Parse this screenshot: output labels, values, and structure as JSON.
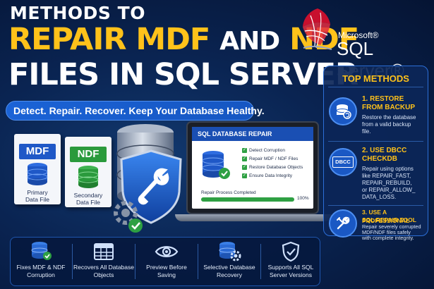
{
  "title": {
    "line1": "METHODS TO",
    "line2_highlight": "REPAIR MDF",
    "line2_connector": "AND",
    "line2_end": "NDF",
    "line3": "FILES IN SQL SERVER"
  },
  "tagline": "Detect. Repair. Recover. Keep Your Database Healthy.",
  "logo": {
    "company": "Microsoft®",
    "product": "SQL Server®"
  },
  "files": [
    {
      "tab": "MDF",
      "label_line1": "Primary",
      "label_line2": "Data File",
      "color": "#1f58c7"
    },
    {
      "tab": "NDF",
      "label_line1": "Secondary",
      "label_line2": "Data File",
      "color": "#2a9a3c"
    }
  ],
  "repair_window": {
    "title": "SQL DATABASE REPAIR",
    "checks": [
      "Detect Corruption",
      "Repair MDF / NDF Files",
      "Restore Database Objects",
      "Ensure Data Integrity"
    ],
    "progress_label": "Repair Process Completed",
    "progress_value": 100,
    "progress_text": "100%"
  },
  "top_methods": {
    "title": "TOP METHODS",
    "items": [
      {
        "title_line1": "1. RESTORE",
        "title_line2": "FROM BACKUP",
        "desc": [
          "Restore the database",
          "from a valid backup",
          "file."
        ]
      },
      {
        "title_line1": "2. USE DBCC",
        "title_line2": "CHECKDB",
        "icon_text": "DBCC",
        "desc": [
          "Repair using options",
          "like REPAIR_FAST,",
          "REPAIR_REBUILD,",
          "or REPAIR_ALLOW_",
          "DATA_LOSS."
        ]
      },
      {
        "title_line1": "3. USE A PROFESSIONAL",
        "title_line2": "SQL REPAIR TOOL",
        "desc": [
          "Repair severely corrupted",
          "MDF/NDF files safely",
          "with complete integrity."
        ]
      }
    ]
  },
  "features": [
    {
      "line1": "Fixes MDF & NDF",
      "line2": "Corruption"
    },
    {
      "line1": "Recovers All Database",
      "line2": "Objects"
    },
    {
      "line1": "Preview Before",
      "line2": "Saving"
    },
    {
      "line1": "Selective Database",
      "line2": "Recovery"
    },
    {
      "line1": "Supports All SQL",
      "line2": "Server Versions"
    }
  ],
  "colors": {
    "accent_yellow": "#ffc21a",
    "brand_blue": "#1a4fb3",
    "success_green": "#2ea043",
    "logo_red": "#c8102e"
  }
}
